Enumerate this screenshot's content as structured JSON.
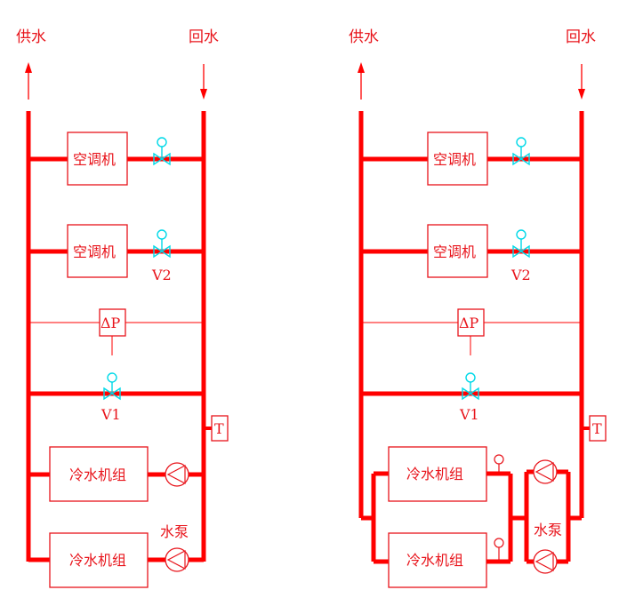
{
  "diagram": {
    "colors": {
      "pipe": "#ff0000",
      "text": "#e8141b",
      "valve": "#00d9e8",
      "background": "#ffffff"
    },
    "left": {
      "supply_label": "供水",
      "return_label": "回水",
      "ahu1_label": "空调机",
      "ahu2_label": "空调机",
      "v2_label": "V2",
      "dp_label": "ΔP",
      "v1_label": "V1",
      "t_label": "T",
      "chiller1_label": "冷水机组",
      "chiller2_label": "冷水机组",
      "pump_label": "水泵"
    },
    "right": {
      "supply_label": "供水",
      "return_label": "回水",
      "ahu1_label": "空调机",
      "ahu2_label": "空调机",
      "v2_label": "V2",
      "dp_label": "ΔP",
      "v1_label": "V1",
      "t_label": "T",
      "chiller1_label": "冷水机组",
      "chiller2_label": "冷水机组",
      "pump_label": "水泵"
    }
  }
}
